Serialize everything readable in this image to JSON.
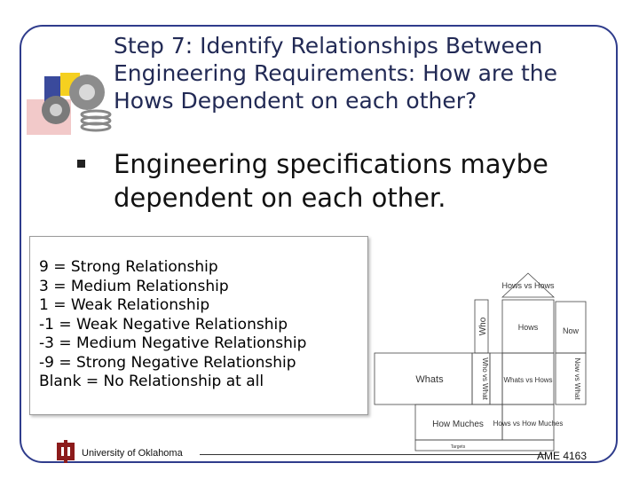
{
  "slide": {
    "title_lines": [
      "Step 7: Identify Relationships Between",
      "Engineering Requirements: How are the",
      "Hows Dependent on each other?"
    ],
    "bullet_lines": [
      "Engineering specifications maybe",
      "dependent on each other."
    ]
  },
  "legend": {
    "items": [
      "9 = Strong Relationship",
      "3 = Medium Relationship",
      "1 = Weak Relationship",
      "-1 = Weak Negative Relationship",
      "-3 = Medium Negative Relationship",
      "-9 = Strong Negative Relationship",
      "Blank = No Relationship at all"
    ]
  },
  "diagram": {
    "roof": "Hows vs Hows",
    "who": "Who",
    "hows": "Hows",
    "now": "Now",
    "whats": "Whats",
    "who_vs_what": "Who vs What",
    "whats_vs_hows": "Whats vs Hows",
    "now_vs_what": "Now vs What",
    "how_muches": "How Muches",
    "hows_vs_how_muches": "Hows vs How Muches",
    "targets": "Targets"
  },
  "footer": {
    "university": "University of Oklahoma",
    "course": "AME 4163"
  }
}
